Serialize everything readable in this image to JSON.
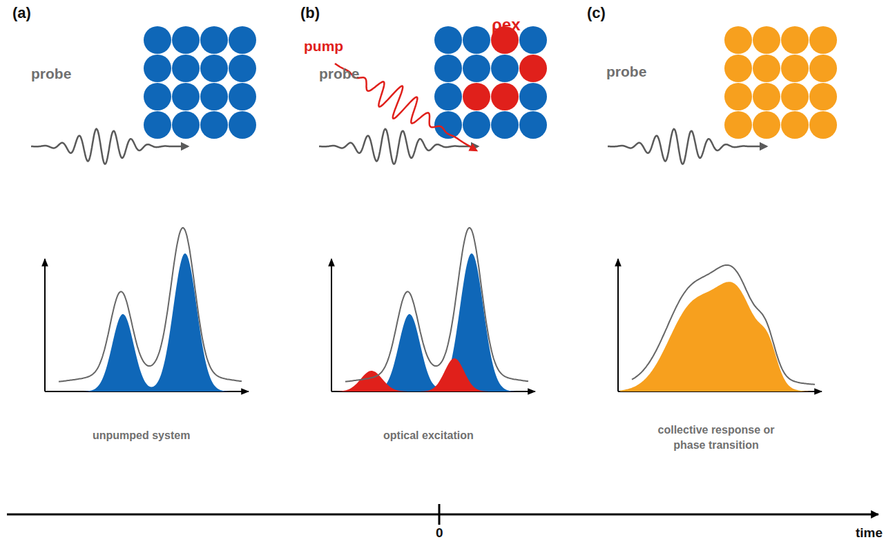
{
  "diagram": {
    "labels": [
      "(a)",
      "(b)",
      "(c)",
      "probe",
      "pump",
      "ρex",
      "probe",
      "probe",
      "unpumped system",
      "optical excitation",
      "collective response or phase transition",
      "0",
      "time"
    ]
  }
}
